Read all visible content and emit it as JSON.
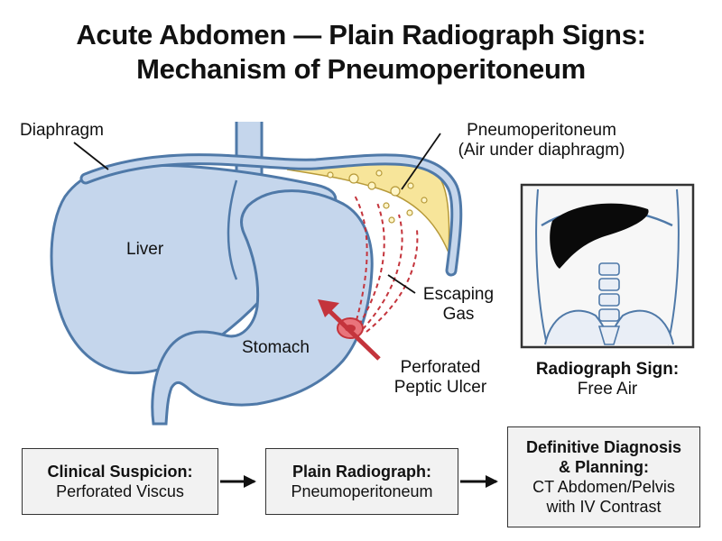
{
  "title": {
    "line1": "Acute Abdomen — Plain Radiograph Signs:",
    "line2": "Mechanism of Pneumoperitoneum"
  },
  "labels": {
    "diaphragm": "Diaphragm",
    "pneumo_line1": "Pneumoperitoneum",
    "pneumo_line2": "(Air under diaphragm)",
    "liver": "Liver",
    "stomach": "Stomach",
    "escaping_line1": "Escaping",
    "escaping_line2": "Gas",
    "perforated_line1": "Perforated",
    "perforated_line2": "Peptic Ulcer",
    "radiograph_heading": "Radiograph Sign:",
    "radiograph_sub": "Free Air"
  },
  "flow": {
    "step1": {
      "heading": "Clinical Suspicion:",
      "text": "Perforated Viscus"
    },
    "step2": {
      "heading": "Plain Radiograph:",
      "text": "Pneumoperitoneum"
    },
    "step3": {
      "heading_line1": "Definitive Diagnosis",
      "heading_line2": "& Planning:",
      "text_line1": "CT Abdomen/Pelvis",
      "text_line2": "with IV Contrast"
    }
  },
  "colors": {
    "organ_fill": "#c5d6ec",
    "organ_stroke": "#4f79a8",
    "air_fill": "#f7e59a",
    "gas_line": "#c4343c",
    "ulcer": "#e9747b"
  }
}
